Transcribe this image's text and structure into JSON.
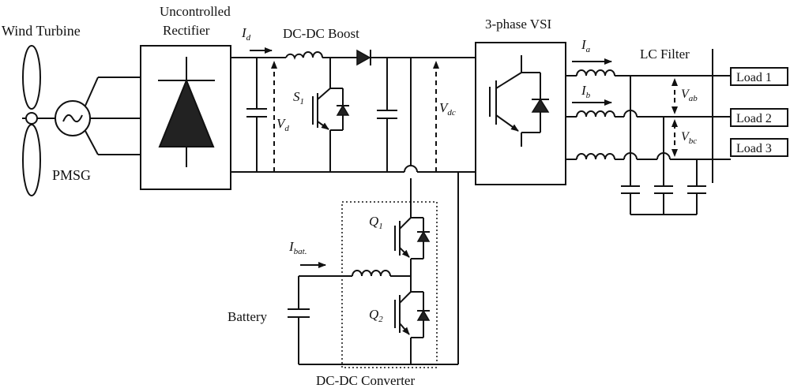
{
  "labels": {
    "wind_turbine": "Wind Turbine",
    "pmsg": "PMSG",
    "rectifier_line1": "Uncontrolled",
    "rectifier_line2": "Rectifier",
    "dcdc_boost": "DC-DC Boost",
    "vsi": "3-phase VSI",
    "lc_filter": "LC Filter",
    "battery": "Battery",
    "dcdc_converter": "DC-DC Converter"
  },
  "signals": {
    "id": {
      "main": "I",
      "sub": "d"
    },
    "vd": {
      "main": "V",
      "sub": "d"
    },
    "s1": {
      "main": "S",
      "sub": "1"
    },
    "vdc": {
      "main": "V",
      "sub": "dc"
    },
    "ia": {
      "main": "I",
      "sub": "a"
    },
    "ib": {
      "main": "I",
      "sub": "b"
    },
    "vab": {
      "main": "V",
      "sub": "ab"
    },
    "vbc": {
      "main": "V",
      "sub": "bc"
    },
    "q1": {
      "main": "Q",
      "sub": "1"
    },
    "q2": {
      "main": "Q",
      "sub": "2"
    },
    "ibat": {
      "main": "I",
      "sub": "bat."
    }
  },
  "loads": [
    "Load 1",
    "Load 2",
    "Load 3"
  ]
}
